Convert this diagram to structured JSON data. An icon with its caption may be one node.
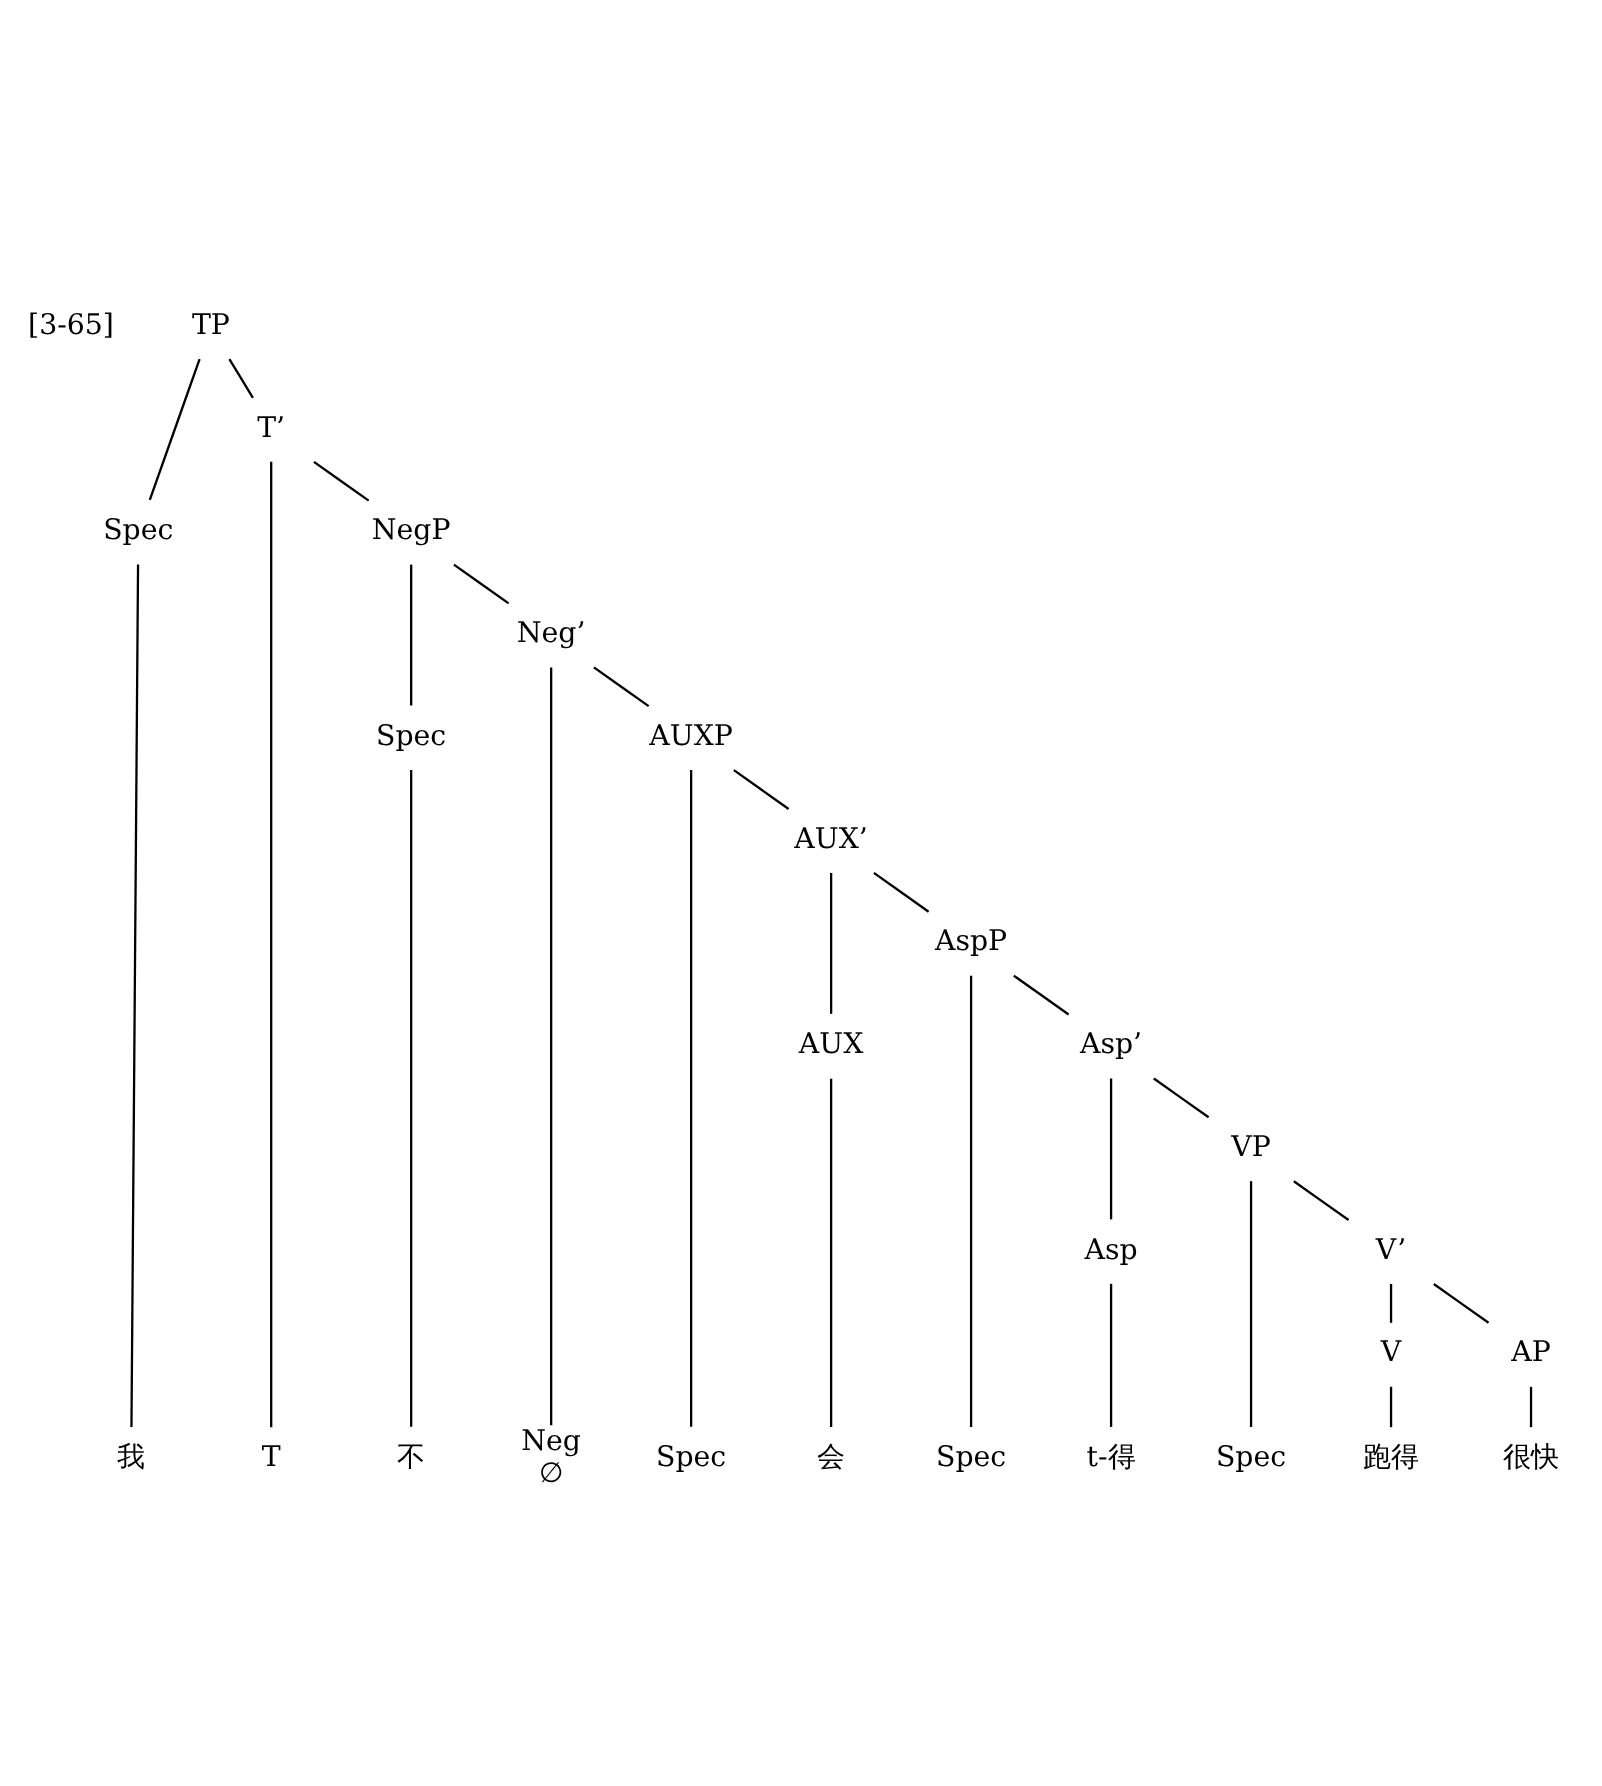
{
  "diagram": {
    "nodes": [
      {
        "text": [
          "TP"
        ]
      },
      {
        "text": [
          "Spec"
        ]
      },
      {
        "text": [
          "T’"
        ]
      },
      {
        "text": [
          "T"
        ]
      },
      {
        "text": [
          "NegP"
        ]
      },
      {
        "text": [
          "Spec"
        ]
      },
      {
        "text": [
          "Neg’"
        ]
      },
      {
        "text": [
          "Neg",
          "∅"
        ]
      },
      {
        "text": [
          "AUXP"
        ]
      },
      {
        "text": [
          "Spec"
        ]
      },
      {
        "text": [
          "AUX’"
        ]
      },
      {
        "text": [
          "AUX"
        ]
      },
      {
        "text": [
          "AspP"
        ]
      },
      {
        "text": [
          "Spec"
        ]
      },
      {
        "text": [
          "Asp’"
        ]
      },
      {
        "text": [
          "Asp"
        ]
      },
      {
        "text": [
          "VP"
        ]
      },
      {
        "text": [
          "Spec"
        ]
      },
      {
        "text": [
          "V’"
        ]
      },
      {
        "text": [
          "V"
        ]
      },
      {
        "text": [
          "AP"
        ]
      },
      {
        "text": [
          "我"
        ]
      },
      {
        "text": [
          "不"
        ]
      },
      {
        "text": [
          "会"
        ]
      },
      {
        "text": [
          "t-得"
        ]
      },
      {
        "text": [
          "跑得"
        ]
      },
      {
        "text": [
          "很快"
        ]
      }
    ],
    "edges": [
      {
        "from": 0,
        "to": 1,
        "arrow": "none"
      },
      {
        "from": 0,
        "to": 2,
        "arrow": "none"
      },
      {
        "from": 1,
        "to": 21,
        "arrow": "none"
      },
      {
        "from": 2,
        "to": 3,
        "arrow": "none"
      },
      {
        "from": 2,
        "to": 4,
        "arrow": "none"
      },
      {
        "from": 4,
        "to": 5,
        "arrow": "none"
      },
      {
        "from": 4,
        "to": 6,
        "arrow": "none"
      },
      {
        "from": 5,
        "to": 22,
        "arrow": "none"
      },
      {
        "from": 6,
        "to": 7,
        "arrow": "none"
      },
      {
        "from": 6,
        "to": 8,
        "arrow": "none"
      },
      {
        "from": 8,
        "to": 9,
        "arrow": "none"
      },
      {
        "from": 8,
        "to": 10,
        "arrow": "none"
      },
      {
        "from": 10,
        "to": 11,
        "arrow": "none"
      },
      {
        "from": 10,
        "to": 12,
        "arrow": "none"
      },
      {
        "from": 11,
        "to": 23,
        "arrow": "none"
      },
      {
        "from": 12,
        "to": 13,
        "arrow": "none"
      },
      {
        "from": 12,
        "to": 14,
        "arrow": "none"
      },
      {
        "from": 14,
        "to": 15,
        "arrow": "none"
      },
      {
        "from": 14,
        "to": 16,
        "arrow": "none"
      },
      {
        "from": 15,
        "to": 24,
        "arrow": "none"
      },
      {
        "from": 16,
        "to": 17,
        "arrow": "none"
      },
      {
        "from": 16,
        "to": 18,
        "arrow": "none"
      },
      {
        "from": 18,
        "to": 19,
        "arrow": "none"
      },
      {
        "from": 18,
        "to": 20,
        "arrow": "none"
      },
      {
        "from": 19,
        "to": 25,
        "arrow": "none"
      },
      {
        "from": 20,
        "to": 26,
        "arrow": "none"
      }
    ],
    "labels": [
      "[3-65]"
    ]
  }
}
